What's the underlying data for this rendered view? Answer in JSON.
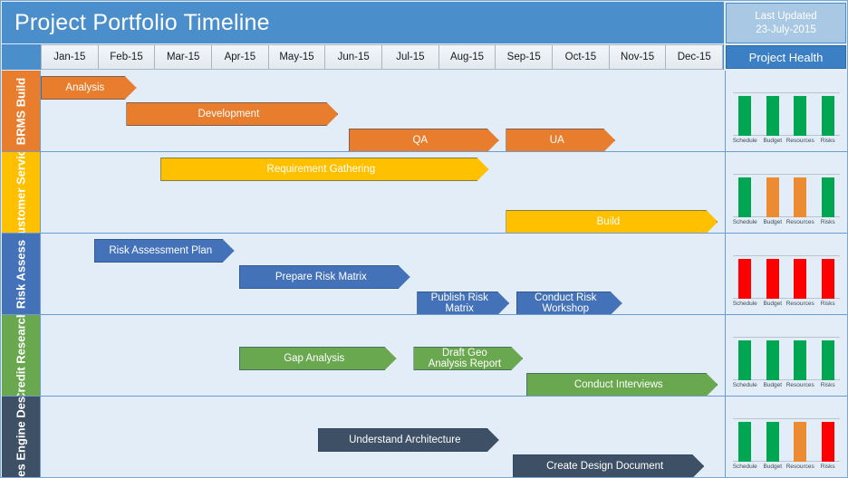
{
  "header": {
    "title": "Project Portfolio Timeline",
    "last_updated_label": "Last Updated",
    "last_updated_value": "23-July-2015",
    "health_panel_title": "Project Health",
    "title_bg": "#4a8fcc",
    "last_updated_bg": "#a8c8e4"
  },
  "timeline": {
    "months": [
      "Jan-15",
      "Feb-15",
      "Mar-15",
      "Apr-15",
      "May-15",
      "Jun-15",
      "Jul-15",
      "Aug-15",
      "Sep-15",
      "Oct-15",
      "Nov-15",
      "Dec-15"
    ],
    "month_count": 12
  },
  "health_metrics": [
    "Schedule",
    "Budget",
    "Resources",
    "Risks"
  ],
  "status_colors": {
    "green": "#00a651",
    "orange": "#ed8b33",
    "red": "#ff0000"
  },
  "bar_colors": {
    "orange": "#e87d2e",
    "yellow": "#ffc000",
    "blue": "#4472b8",
    "green": "#6aa84f",
    "darkslate": "#3d5066"
  },
  "rows": [
    {
      "label": "BRMS Build",
      "label_bg": "#e87d2e",
      "bar_color": "#e87d2e",
      "tasks": [
        {
          "name": "Analysis",
          "left_pct": 0.0,
          "width_pct": 14.0,
          "lane": 0
        },
        {
          "name": "Development",
          "left_pct": 12.5,
          "width_pct": 31.0,
          "lane": 1
        },
        {
          "name": "QA",
          "left_pct": 45.0,
          "width_pct": 22.0,
          "lane": 2
        },
        {
          "name": "UA",
          "left_pct": 68.0,
          "width_pct": 16.0,
          "lane": 2
        }
      ],
      "health": [
        "green",
        "green",
        "green",
        "green"
      ]
    },
    {
      "label": "Customer Service",
      "label_bg": "#ffc000",
      "bar_color": "#ffc000",
      "tasks": [
        {
          "name": "Requirement Gathering",
          "left_pct": 17.5,
          "width_pct": 48.0,
          "lane": 0
        },
        {
          "name": "Build",
          "left_pct": 68.0,
          "width_pct": 31.0,
          "lane": 2
        }
      ],
      "health": [
        "green",
        "orange",
        "orange",
        "green"
      ]
    },
    {
      "label": "Risk Assess",
      "label_bg": "#4472b8",
      "bar_color": "#4472b8",
      "tasks": [
        {
          "name": "Risk Assessment Plan",
          "left_pct": 7.8,
          "width_pct": 20.5,
          "lane": 0
        },
        {
          "name": "Prepare Risk Matrix",
          "left_pct": 29.0,
          "width_pct": 25.0,
          "lane": 1
        },
        {
          "name": "Publish Risk\nMatrix",
          "left_pct": 55.0,
          "width_pct": 13.5,
          "lane": 2
        },
        {
          "name": "Conduct Risk\nWorkshop",
          "left_pct": 69.5,
          "width_pct": 15.5,
          "lane": 2
        }
      ],
      "health": [
        "red",
        "red",
        "red",
        "red"
      ]
    },
    {
      "label": "Credit Research",
      "label_bg": "#6aa84f",
      "bar_color": "#6aa84f",
      "tasks": [
        {
          "name": "Gap Analysis",
          "left_pct": 29.0,
          "width_pct": 23.0,
          "lane": 1
        },
        {
          "name": "Draft Geo\nAnalysis Report",
          "left_pct": 54.5,
          "width_pct": 16.0,
          "lane": 1
        },
        {
          "name": "Conduct Interviews",
          "left_pct": 71.0,
          "width_pct": 28.0,
          "lane": 2
        }
      ],
      "health": [
        "green",
        "green",
        "green",
        "green"
      ]
    },
    {
      "label": "Rules Engine Design",
      "label_bg": "#3d5066",
      "bar_color": "#3d5066",
      "tasks": [
        {
          "name": "Understand Architecture",
          "left_pct": 40.5,
          "width_pct": 26.5,
          "lane": 1
        },
        {
          "name": "Create Design Document",
          "left_pct": 69.0,
          "width_pct": 28.0,
          "lane": 2
        }
      ],
      "health": [
        "green",
        "green",
        "orange",
        "red"
      ]
    }
  ]
}
